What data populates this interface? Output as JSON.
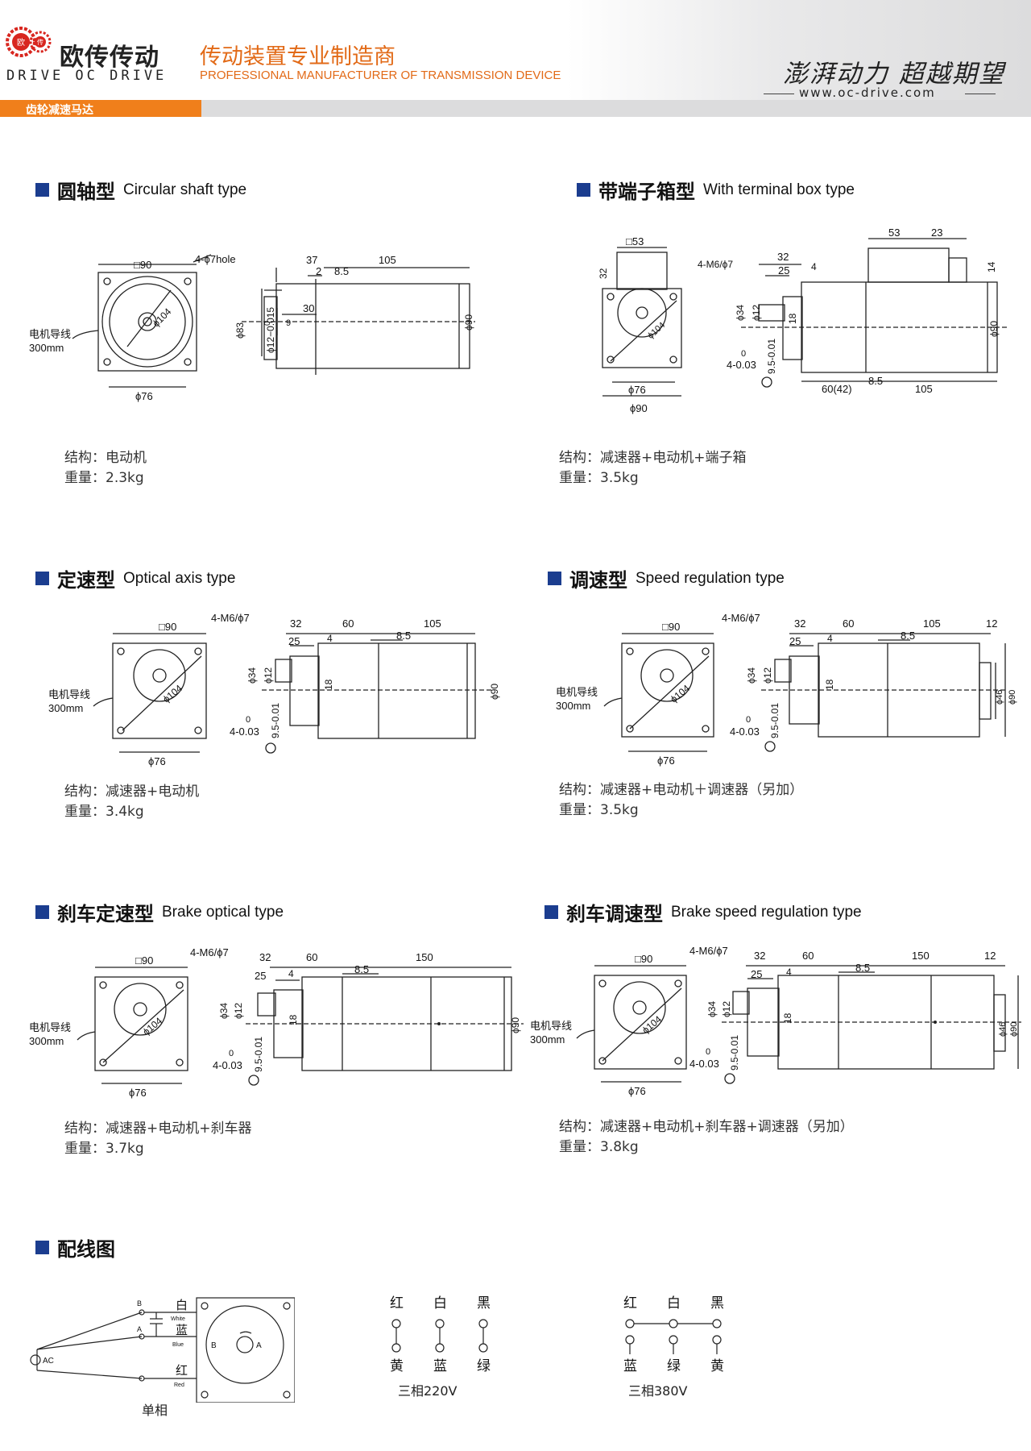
{
  "header": {
    "brand_cn": "欧传传动",
    "brand_en": "DRIVE OC DRIVE",
    "logo_chars": [
      "欧",
      "传"
    ],
    "tagline_cn": "传动装置专业制造商",
    "tagline_en": "PROFESSIONAL MANUFACTURER OF TRANSMISSION DEVICE",
    "category": "齿轮减速马达",
    "slogan": "澎湃动力 超越期望",
    "website": "www.oc-drive.com",
    "accent_color": "#f07f1b",
    "title_square_color": "#1b3d8f"
  },
  "sections": [
    {
      "title_cn": "圆轴型",
      "title_en": "Circular shaft type",
      "structure": "结构：电动机",
      "weight": "重量：2.3kg",
      "dims": {
        "sq": "□90",
        "hole": "4-ϕ7hole",
        "dia104": "ϕ104",
        "dia76": "ϕ76",
        "lead_a": "电机导线",
        "lead_b": "300mm",
        "d37": "37",
        "d105": "105",
        "d2": "2",
        "d85": "8.5",
        "d30": "30",
        "d83": "ϕ83",
        "tol_0": "0",
        "d12": "ϕ12−0.015",
        "d9": "9",
        "d90": "ϕ90"
      }
    },
    {
      "title_cn": "带端子箱型",
      "title_en": "With terminal box type",
      "structure": "结构：减速器+电动机+端子箱",
      "weight": "重量：3.5kg",
      "dims": {
        "sq53": "□53",
        "d32v": "32",
        "hole": "4-M6/ϕ7",
        "dia104": "ϕ104",
        "dia76": "ϕ76",
        "dia90": "ϕ90",
        "d53": "53",
        "d23": "23",
        "d32": "32",
        "d25": "25",
        "d4": "4",
        "d14": "14",
        "d34": "ϕ34",
        "d12": "ϕ12",
        "d18": "18",
        "tol_0": "0",
        "d403": "4-0.03",
        "d95": "9.5-0.01",
        "d6042": "60(42)",
        "d85": "8.5",
        "d105": "105",
        "d90": "ϕ90"
      }
    },
    {
      "title_cn": "定速型",
      "title_en": "Optical axis type",
      "structure": "结构：减速器+电动机",
      "weight": "重量：3.4kg",
      "dims": {
        "sq": "□90",
        "hole": "4-M6/ϕ7",
        "dia104": "ϕ104",
        "dia76": "ϕ76",
        "lead_a": "电机导线",
        "lead_b": "300mm",
        "d32": "32",
        "d60": "60",
        "d105": "105",
        "d25": "25",
        "d4": "4",
        "d85": "8.5",
        "d34": "ϕ34",
        "d12": "ϕ12",
        "d18": "18",
        "tol_0": "0",
        "d403": "4-0.03",
        "d95": "9.5-0.01",
        "d90": "ϕ90"
      }
    },
    {
      "title_cn": "调速型",
      "title_en": "Speed regulation type",
      "structure": "结构：减速器+电动机＋调速器（另加）",
      "weight": "重量：3.5kg",
      "dims": {
        "sq": "□90",
        "hole": "4-M6/ϕ7",
        "dia104": "ϕ104",
        "dia76": "ϕ76",
        "lead_a": "电机导线",
        "lead_b": "300mm",
        "d32": "32",
        "d60": "60",
        "d105": "105",
        "d12t": "12",
        "d25": "25",
        "d4": "4",
        "d85": "8.5",
        "d34": "ϕ34",
        "d12": "ϕ12",
        "d18": "18",
        "tol_0": "0",
        "d403": "4-0.03",
        "d95": "9.5-0.01",
        "d46": "ϕ46",
        "d90": "ϕ90"
      }
    },
    {
      "title_cn": "刹车定速型",
      "title_en": "Brake optical type",
      "structure": "结构：减速器+电动机+刹车器",
      "weight": "重量：3.7kg",
      "dims": {
        "sq": "□90",
        "hole": "4-M6/ϕ7",
        "dia104": "ϕ104",
        "dia76": "ϕ76",
        "lead_a": "电机导线",
        "lead_b": "300mm",
        "d32": "32",
        "d60": "60",
        "d150": "150",
        "d25": "25",
        "d4": "4",
        "d85": "8.5",
        "d34": "ϕ34",
        "d12": "ϕ12",
        "d18": "18",
        "tol_0": "0",
        "d403": "4-0.03",
        "d95": "9.5-0.01",
        "d90": "ϕ90"
      }
    },
    {
      "title_cn": "刹车调速型",
      "title_en": "Brake speed regulation type",
      "structure": "结构：减速器+电动机+刹车器+调速器（另加）",
      "weight": "重量：3.8kg",
      "dims": {
        "sq": "□90",
        "hole": "4-M6/ϕ7",
        "dia104": "ϕ104",
        "dia76": "ϕ76",
        "lead_a": "电机导线",
        "lead_b": "300mm",
        "d32": "32",
        "d60": "60",
        "d150": "150",
        "d12t": "12",
        "d25": "25",
        "d4": "4",
        "d85": "8.5",
        "d34": "ϕ34",
        "d12": "ϕ12",
        "d18": "18",
        "tol_0": "0",
        "d403": "4-0.03",
        "d95": "9.5-0.01",
        "d46": "ϕ46",
        "d90": "ϕ90"
      }
    }
  ],
  "wiring": {
    "title_cn": "配线图",
    "single": {
      "B": "B",
      "A": "A",
      "white_cn": "白",
      "white_en": "White",
      "blue_cn": "蓝",
      "blue_en": "Blue",
      "red_cn": "红",
      "red_en": "Red",
      "ac": "AC",
      "caption": "单相"
    },
    "three220": {
      "top": [
        "红",
        "白",
        "黑"
      ],
      "bottom": [
        "黄",
        "蓝",
        "绿"
      ],
      "caption": "三相220V"
    },
    "three380": {
      "top": [
        "红",
        "白",
        "黑"
      ],
      "bottom": [
        "蓝",
        "绿",
        "黄"
      ],
      "caption": "三相380V"
    }
  }
}
